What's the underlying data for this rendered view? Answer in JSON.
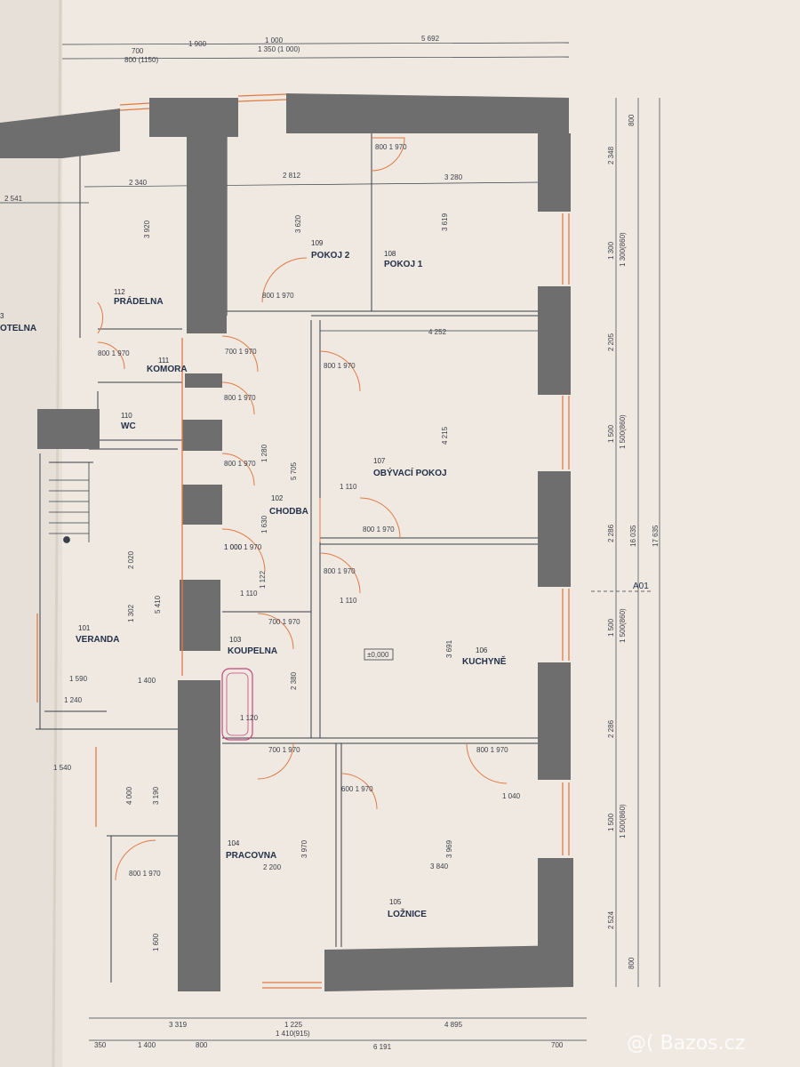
{
  "plan": {
    "colors": {
      "paper": "#efe9e1",
      "wall": "#6e6e6f",
      "line": "#3a3f4a",
      "accent": "#e07a45"
    },
    "rooms": [
      {
        "num": "112",
        "name": "PRÁDELNA"
      },
      {
        "num": "109",
        "name": "POKOJ 2"
      },
      {
        "num": "108",
        "name": "POKOJ 1"
      },
      {
        "num": "111",
        "name": "KOMORA"
      },
      {
        "num": "110",
        "name": "WC"
      },
      {
        "num": "107",
        "name": "OBÝVACÍ POKOJ"
      },
      {
        "num": "102",
        "name": "CHODBA"
      },
      {
        "num": "101",
        "name": "VERANDA"
      },
      {
        "num": "103",
        "name": "KOUPELNA"
      },
      {
        "num": "106",
        "name": "KUCHYNĚ"
      },
      {
        "num": "104",
        "name": "PRACOVNA"
      },
      {
        "num": "105",
        "name": "LOŽNICE"
      }
    ],
    "edge_label": "OTELNA",
    "edge_num": "3",
    "level_mark": "±0,000",
    "section_mark": "A01",
    "top_dims": [
      "700",
      "800 (1150)",
      "1 900",
      "1 000",
      "1 350 (1 000)",
      "5 692"
    ],
    "bottom_dims": [
      "3 319",
      "1 225",
      "1 410(915)",
      "4 895",
      "350",
      "1 400",
      "800",
      "6 191",
      "700"
    ],
    "right_dims": [
      "800",
      "2 348",
      "1 300",
      "1 300(860)",
      "2 205",
      "1 500",
      "1 500(860)",
      "2 286",
      "1 500",
      "1 500(860)",
      "2 286",
      "1 500",
      "1 500(860)",
      "2 524",
      "800",
      "16 035",
      "17 635"
    ],
    "inner_dims": [
      "2 340",
      "2 812",
      "3 280",
      "2 541",
      "4 252",
      "1 110",
      "1 110",
      "1 110",
      "2 200",
      "3 840",
      "5 705",
      "5 410",
      "3 691",
      "4 215",
      "3 969",
      "3 970",
      "3 190",
      "4 000",
      "3 619",
      "3 620",
      "3 920",
      "2 380",
      "1 040",
      "1 280",
      "1 630",
      "1 122",
      "1 302",
      "2 020",
      "1 000",
      "1 590",
      "1 400",
      "1 240",
      "1 540",
      "1 120",
      "1 600"
    ],
    "door_labels": [
      "800 1 970",
      "800 1 970",
      "700 1 970",
      "800 1 970",
      "800 1 970",
      "800 1 970",
      "800 1 970",
      "1 000 1 970",
      "800 1 970",
      "700 1 970",
      "700 1 970",
      "600 1 970",
      "800 1 970",
      "800 1 970",
      "800 1 970"
    ]
  },
  "watermark": "@( Bazos.cz"
}
